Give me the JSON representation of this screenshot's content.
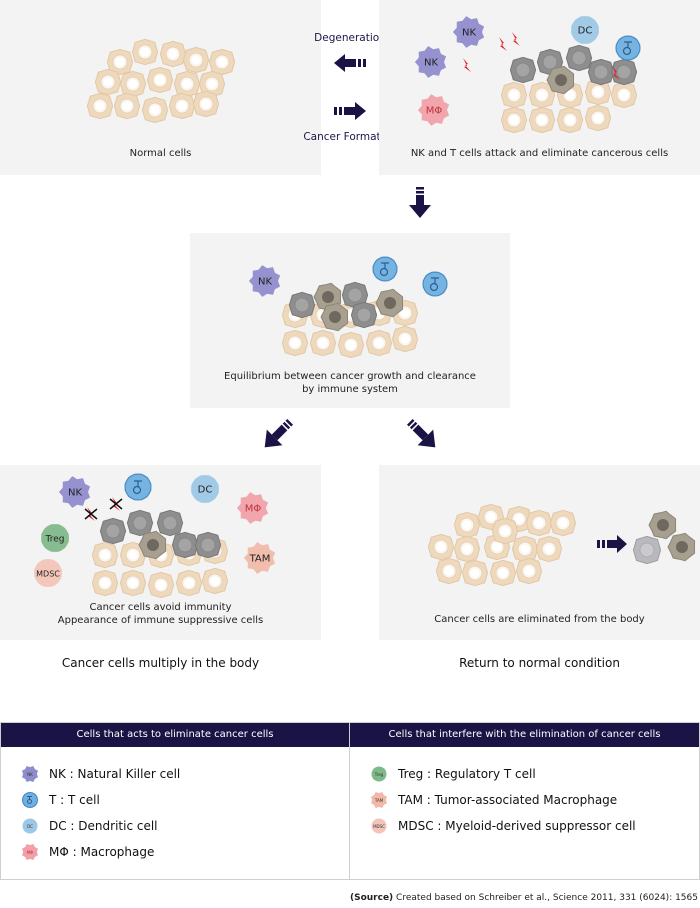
{
  "top_left": {
    "caption": "Normal cells"
  },
  "top_right": {
    "caption": "NK and T cells attack and eliminate cancerous cells",
    "cell_labels": [
      "NK",
      "NK",
      "MΦ",
      "DC",
      "T"
    ]
  },
  "transition": {
    "degeneration": "Degeneration",
    "cancer_formation": "Cancer Formation"
  },
  "middle": {
    "caption_line1": "Equilibrium between cancer growth and clearance",
    "caption_line2": "by immune system",
    "cell_labels": [
      "NK",
      "T",
      "T"
    ]
  },
  "bottom_left": {
    "caption_line1": "Cancer cells avoid immunity",
    "caption_line2": "Appearance of immune suppressive cells",
    "outcome": "Cancer cells multiply in the body",
    "cell_labels": [
      "NK",
      "T",
      "DC",
      "MΦ",
      "Treg",
      "TAM",
      "MDSC"
    ]
  },
  "bottom_right": {
    "caption": "Cancer cells are eliminated from the body",
    "outcome": "Return to normal condition"
  },
  "legend": {
    "left": {
      "header": "Cells that acts to eliminate cancer cells",
      "items": [
        {
          "icon": "nk-cell-icon",
          "abbr": "NK",
          "text": "NK : Natural Killer cell"
        },
        {
          "icon": "t-cell-icon",
          "abbr": "T",
          "text": "T : T cell"
        },
        {
          "icon": "dendritic-cell-icon",
          "abbr": "DC",
          "text": "DC : Dendritic cell"
        },
        {
          "icon": "macrophage-icon",
          "abbr": "MΦ",
          "text": "MΦ : Macrophage"
        }
      ]
    },
    "right": {
      "header": "Cells that interfere with the elimination of cancer cells",
      "items": [
        {
          "icon": "treg-cell-icon",
          "abbr": "Treg",
          "text": "Treg : Regulatory T cell"
        },
        {
          "icon": "tam-cell-icon",
          "abbr": "TAM",
          "text": "TAM : Tumor-associated Macrophage"
        },
        {
          "icon": "mdsc-cell-icon",
          "abbr": "MDSC",
          "text": "MDSC : Myeloid-derived suppressor cell"
        }
      ]
    }
  },
  "source": {
    "label": "(Source)",
    "text": " Created based on Schreiber et al., Science 2011, 331 (6024): 1565"
  },
  "colors": {
    "navy": "#1a1446",
    "panel_bg": "#f3f3f4",
    "normal_cell": "#efd9bd",
    "cancer_cell": "#8e8e8e",
    "nk": "#8f8ccc",
    "t_cell": "#6fb0e0",
    "dc": "#9cc7e6",
    "macrophage": "#f0a0a8",
    "treg": "#7fb889",
    "tam": "#f0b9a8",
    "mdsc": "#f3c4b8",
    "lightning": "#e0202a"
  }
}
